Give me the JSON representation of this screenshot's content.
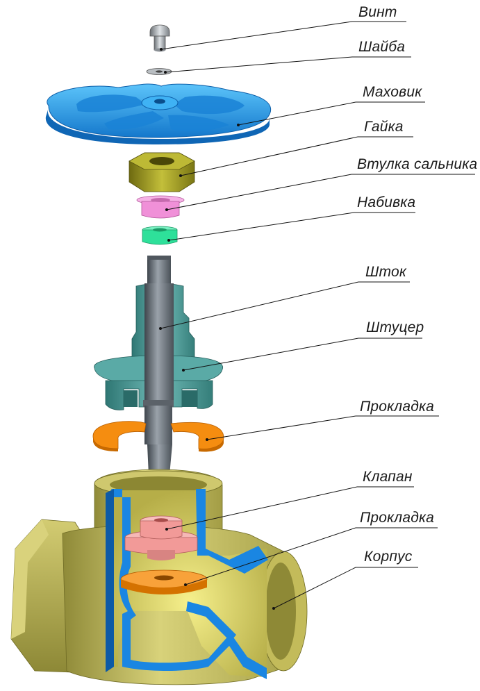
{
  "colors": {
    "handwheel": "#2aa0ea",
    "nut": "#a3a020",
    "gland_bushing": "#f090d8",
    "packing": "#2ee09a",
    "stem": "#707880",
    "bonnet": "#4c9a96",
    "gasket": "#f58d10",
    "valve_disc": "#f29a98",
    "body": "#b8b050",
    "body_cut": "#1a86e2"
  },
  "labels": [
    {
      "id": "vint",
      "text": "Винт"
    },
    {
      "id": "shaiba",
      "text": "Шайба"
    },
    {
      "id": "mahovik",
      "text": "Маховик"
    },
    {
      "id": "gaika",
      "text": "Гайка"
    },
    {
      "id": "vtulka",
      "text": "Втулка сальника"
    },
    {
      "id": "nabivka",
      "text": "Набивка"
    },
    {
      "id": "shtok",
      "text": "Шток"
    },
    {
      "id": "shtucer",
      "text": "Штуцер"
    },
    {
      "id": "prokladka1",
      "text": "Прокладка"
    },
    {
      "id": "klapan",
      "text": "Клапан"
    },
    {
      "id": "prokladka2",
      "text": "Прокладка"
    },
    {
      "id": "korpus",
      "text": "Корпус"
    }
  ]
}
